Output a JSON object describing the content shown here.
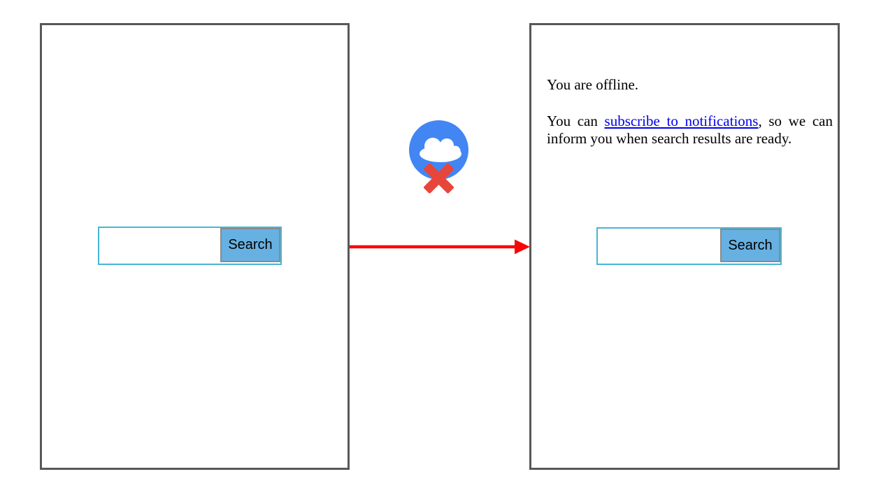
{
  "palette": {
    "frame_border": "#58585b",
    "input_border": "#48b4d8",
    "button_bg": "#67b0e2",
    "button_border": "#8a8a8a",
    "link_color": "#0000ee",
    "arrow_red": "#fa0505",
    "icon_circle_blue": "#4286f4",
    "icon_cloud_white": "#ffffff",
    "icon_x_red": "#e8463a",
    "text_color": "#000000"
  },
  "left_screen": {
    "search_input_value": "",
    "search_input_placeholder": "",
    "search_button_label": "Search"
  },
  "right_screen": {
    "offline_status": "You are offline.",
    "notify_sentence": {
      "prefix": "You can ",
      "link_text": "subscribe to notifications",
      "suffix": ", so we can inform you when search results are ready."
    },
    "search_input_value": "",
    "search_input_placeholder": "",
    "search_button_label": "Search"
  }
}
